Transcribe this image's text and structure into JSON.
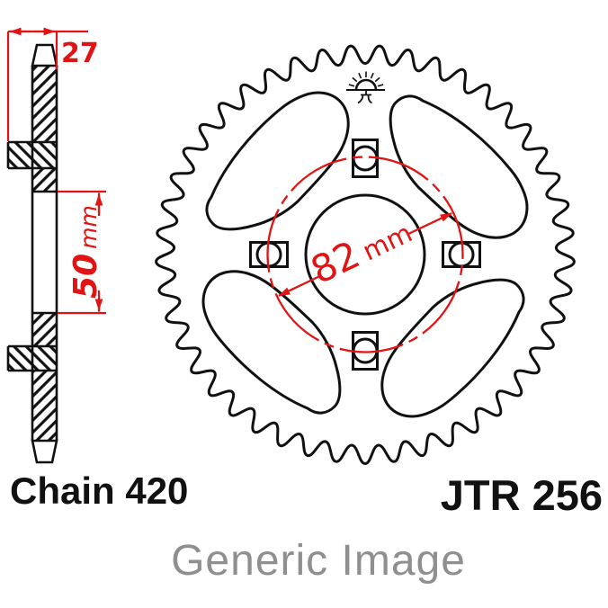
{
  "title": "Rear sprocket technical drawing",
  "labels": {
    "chain": "Chain 420",
    "part_number": "JTR 256",
    "watermark": "Generic Image"
  },
  "dimensions": {
    "width": "27",
    "center_spacing": "50",
    "center_spacing_unit": "mm",
    "bolt_circle": "82",
    "bolt_circle_unit": "mm"
  },
  "sprocket": {
    "teeth": 45,
    "bolt_holes": 4,
    "cutouts": 4,
    "logo": "rising-sun-jt-logo"
  },
  "colors": {
    "ink": "#111111",
    "dimension_red": "#e01414",
    "watermark_gray": "#8f8f8f",
    "background": "#ffffff"
  }
}
